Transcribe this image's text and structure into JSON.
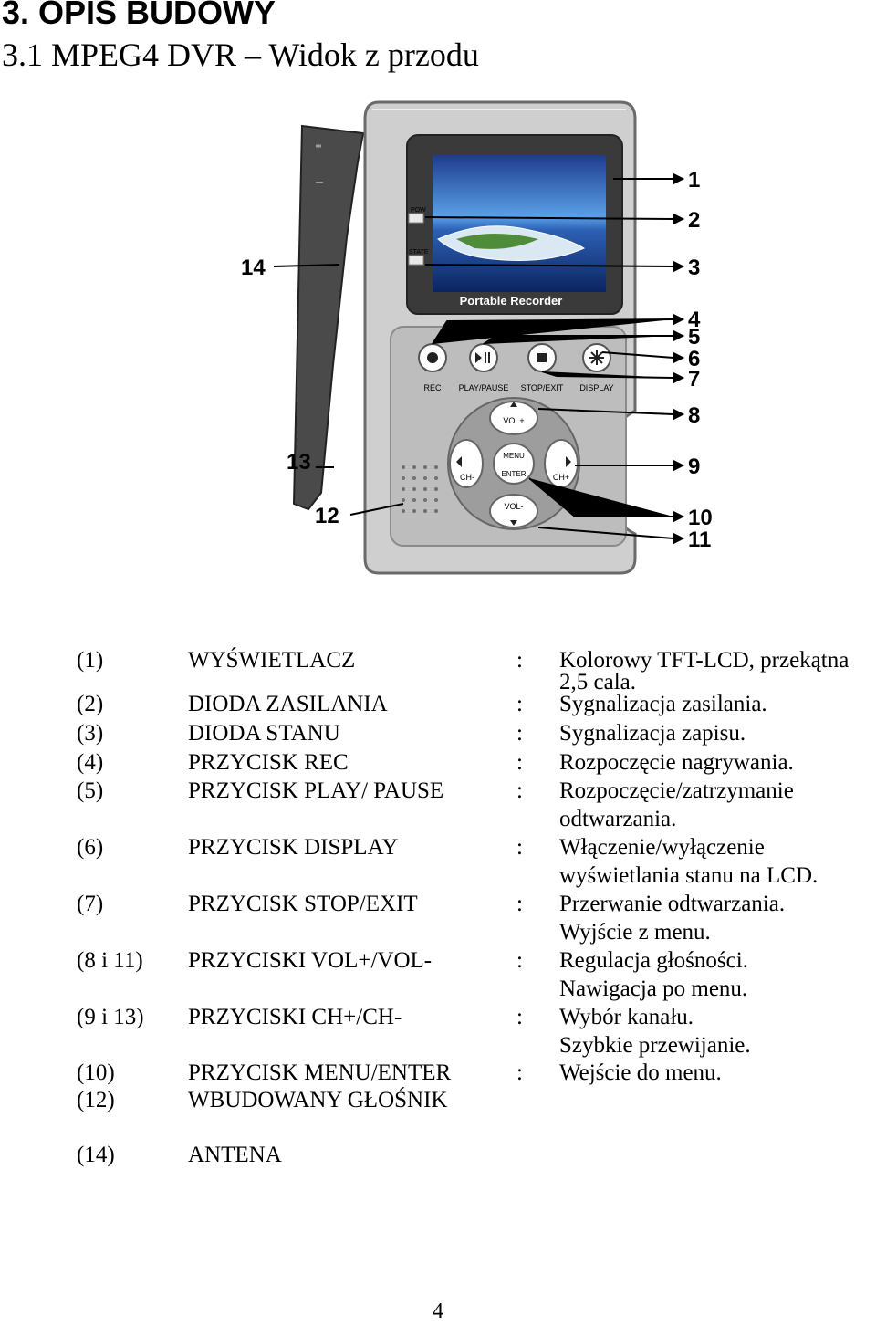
{
  "heading": {
    "section": "3. OPIS BUDOWY",
    "subsection": "3.1 MPEG4 DVR – Widok z przodu"
  },
  "figure": {
    "screen_caption": "Portable Recorder",
    "led_labels": [
      "POW",
      "STATE"
    ],
    "buttons": [
      "REC",
      "PLAY/PAUSE",
      "STOP/EXIT",
      "DISPLAY"
    ],
    "dpad": {
      "up": "VOL+",
      "down": "VOL-",
      "left": "CH-",
      "right": "CH+",
      "center_top": "MENU",
      "center_bottom": "ENTER"
    },
    "callouts": [
      "1",
      "2",
      "3",
      "4",
      "5",
      "6",
      "7",
      "8",
      "9",
      "10",
      "11",
      "12",
      "13",
      "14"
    ]
  },
  "legend": [
    {
      "num": "(1)",
      "label": "WYŚWIETLACZ",
      "colon": ":",
      "desc": [
        "Kolorowy TFT-LCD, przekątna",
        "2,5 cala."
      ]
    },
    {
      "num": "(2)",
      "label": "DIODA ZASILANIA",
      "colon": ":",
      "desc": [
        "Sygnalizacja zasilania."
      ]
    },
    {
      "num": "(3)",
      "label": "DIODA STANU",
      "colon": ":",
      "desc": [
        "Sygnalizacja zapisu."
      ]
    },
    {
      "num": "(4)",
      "label": "PRZYCISK REC",
      "colon": ":",
      "desc": [
        "Rozpoczęcie nagrywania."
      ]
    },
    {
      "num": "(5)",
      "label": "PRZYCISK PLAY/ PAUSE",
      "colon": ":",
      "desc": [
        "Rozpoczęcie/zatrzymanie",
        "odtwarzania."
      ]
    },
    {
      "num": "(6)",
      "label": "PRZYCISK DISPLAY",
      "colon": ":",
      "desc": [
        "Włączenie/wyłączenie",
        "wyświetlania stanu na LCD."
      ]
    },
    {
      "num": "(7)",
      "label": "PRZYCISK STOP/EXIT",
      "colon": ":",
      "desc": [
        "Przerwanie odtwarzania.",
        "Wyjście z menu."
      ]
    },
    {
      "num": "(8 i 11)",
      "label": "PRZYCISKI VOL+/VOL-",
      "colon": ":",
      "desc": [
        "Regulacja głośności.",
        "Nawigacja po menu."
      ]
    },
    {
      "num": "(9 i 13)",
      "label": "PRZYCISKI CH+/CH-",
      "colon": ":",
      "desc": [
        "Wybór kanału.",
        "Szybkie przewijanie."
      ]
    },
    {
      "num": "(10)",
      "label": "PRZYCISK MENU/ENTER",
      "colon": ":",
      "desc": [
        "Wejście do menu."
      ]
    },
    {
      "num": "(12)",
      "label": "WBUDOWANY GŁOŚNIK",
      "colon": "",
      "desc": []
    },
    {
      "num": "(14)",
      "label": "ANTENA",
      "colon": "",
      "desc": []
    }
  ],
  "page_number": "4"
}
